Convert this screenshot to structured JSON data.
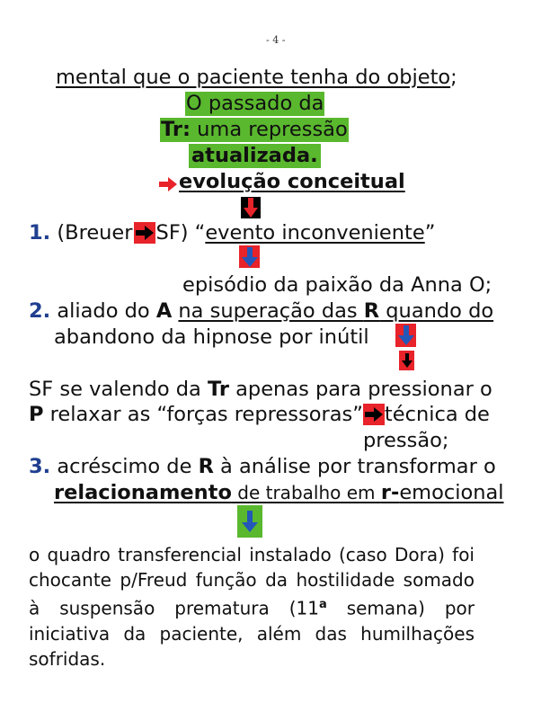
{
  "page_number": "- 4 -",
  "line1": {
    "text": "mental que o paciente tenha do objeto",
    "tail": ";"
  },
  "green_block": {
    "line1": "O passado da",
    "line2_bold": "Tr:",
    "line2_rest": " uma repressão",
    "line3": "atualizada."
  },
  "concept": "evolução conceitual",
  "item1": {
    "num": "1.",
    "pre": " (Breuer",
    "post": "SF) “",
    "underlined": "evento inconveniente",
    "close": "”",
    "continuation": "episódio da paixão da Anna O;"
  },
  "item2": {
    "num": "2.",
    "pre": " aliado do ",
    "A": "A",
    "u1": "na superação das ",
    "R": "R",
    "u2": " quando do",
    "line2": "abandono da hipnose por inútil"
  },
  "sf": {
    "p1": "SF se valendo da ",
    "Tr": "Tr",
    "p2": " apenas para pressionar o",
    "P": "P",
    "p3": " relaxar as “forças repressoras”",
    "p4": "técnica de",
    "p5": "pressão;"
  },
  "item3": {
    "num": "3.",
    "pre": " acréscimo de ",
    "R": "R",
    "post": " à análise por transformar o",
    "l2_b": "relacionamento",
    "l2_mid": " de trabalho em ",
    "l2_r": "r-",
    "l2_end": "emocional"
  },
  "closing_paragraph": {
    "a": "o quadro transferencial instalado (caso Dora) foi chocante p/Freud função da hostilidade somado à suspensão prematura (11",
    "sup": "a",
    "b": " semana) por iniciativa da paciente, além das humilhações sofridas."
  },
  "colors": {
    "green": "#5ab82e",
    "red": "#e8232a",
    "blue": "#1f3f8f",
    "arrow_blue": "#2457b8",
    "black": "#000000"
  },
  "icons": [
    "right-arrow-icon",
    "down-arrow-icon"
  ]
}
